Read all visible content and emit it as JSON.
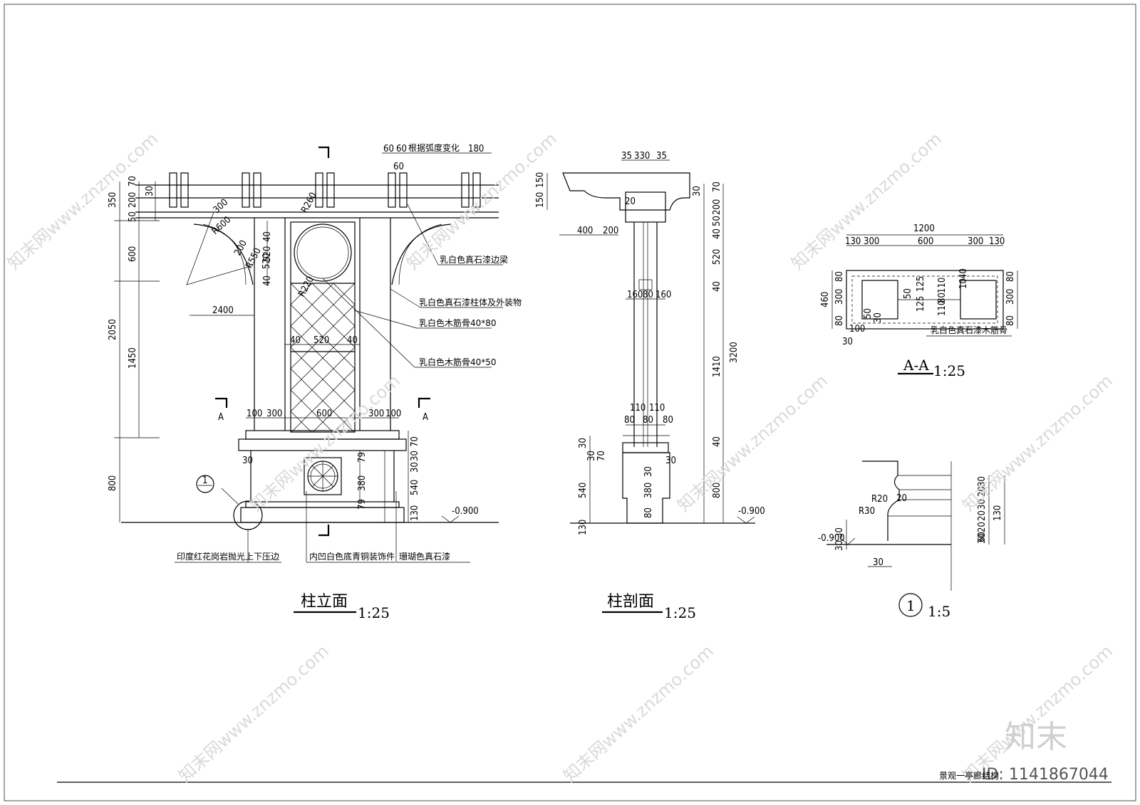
{
  "drawings": {
    "elevation": {
      "title": "柱立面",
      "scale": "1:25",
      "dims_top": [
        "60",
        "60",
        "根据弧度变化",
        "180",
        "60"
      ],
      "dims_left": [
        "350",
        "200",
        "70",
        "50",
        "30",
        "600",
        "2050",
        "1450",
        "800"
      ],
      "dims_inner": [
        "40",
        "520",
        "40",
        "40",
        "520",
        "40",
        "100",
        "300",
        "600",
        "300",
        "100",
        "2400"
      ],
      "dims_base": [
        "79",
        "380",
        "79",
        "70",
        "30",
        "30",
        "540",
        "130",
        "30",
        "-0.900"
      ],
      "radius_labels": [
        "R600",
        "R260",
        "R220",
        "R550",
        "300",
        "200",
        "520"
      ],
      "section_mark": "A",
      "notes": [
        "乳白色真石漆边梁",
        "乳白色真石漆柱体及外装物",
        "乳白色木筋骨40*80",
        "乳白色木筋骨40*50",
        "印度红花岗岩抛光上下压边",
        "内凹白色底青铜装饰件",
        "珊瑚色真石漆"
      ],
      "detail_ref": "1"
    },
    "section": {
      "title": "柱剖面",
      "scale": "1:25",
      "dims_top": [
        "35",
        "330",
        "35"
      ],
      "dims_left": [
        "150",
        "150",
        "400",
        "200"
      ],
      "dims_inner": [
        "20",
        "160",
        "80",
        "160",
        "110",
        "110",
        "80",
        "80",
        "80"
      ],
      "dims_base": [
        "30",
        "30",
        "30",
        "70",
        "540",
        "380",
        "80",
        "130",
        "30"
      ],
      "dims_right": [
        "70",
        "30",
        "200",
        "50",
        "40",
        "520",
        "40",
        "1410",
        "3200",
        "40",
        "800",
        "-0.900"
      ]
    },
    "section_aa": {
      "title": "A-A",
      "scale": "1:25",
      "dims_top": [
        "1200",
        "130",
        "300",
        "600",
        "300",
        "130"
      ],
      "dims_side": [
        "460",
        "80",
        "300",
        "80",
        "80",
        "300",
        "80"
      ],
      "dims_inner": [
        "40",
        "10",
        "50",
        "125",
        "125",
        "110",
        "80",
        "110",
        "50",
        "30",
        "100",
        "30"
      ],
      "note": "乳白色真石漆木筋骨"
    },
    "detail1": {
      "symbol": "1",
      "scale": "1:5",
      "labels": [
        "R20",
        "R30",
        "20",
        "-0.900"
      ],
      "dims_side": [
        "30",
        "20",
        "30",
        "20",
        "130",
        "20",
        "30",
        "60"
      ],
      "dims_left": [
        "30",
        "30"
      ],
      "dims_bottom": [
        "30"
      ]
    }
  },
  "watermark": {
    "site": "知末网www.znzmo.com",
    "brand": "知末",
    "id": "ID: 1141867044"
  },
  "title_block": "景观一亭廊结构"
}
